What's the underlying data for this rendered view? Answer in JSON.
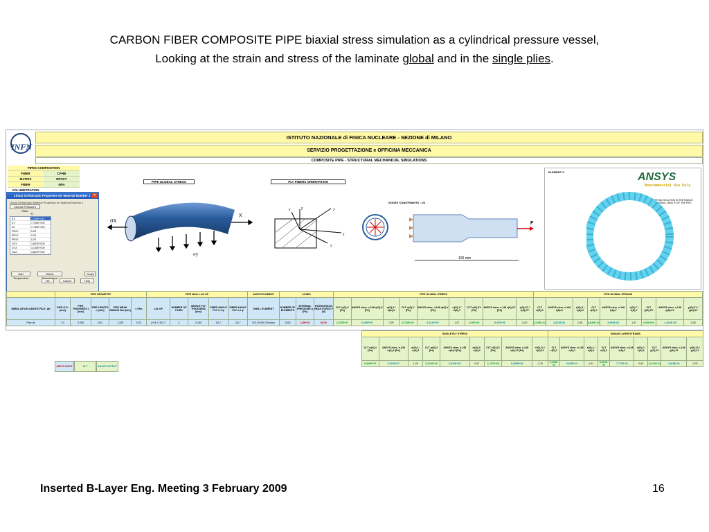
{
  "title": {
    "line1": "CARBON FIBER COMPOSITE PIPE biaxial stress simulation as a cylindrical pressure vessel,",
    "line2_pre": "Looking at the strain and stress of the laminate ",
    "line2_u1": "global",
    "line2_mid": " and in the ",
    "line2_u2": "single plies",
    "line2_post": "."
  },
  "footer": {
    "left": "Inserted B-Layer Eng. Meeting 3 February 2009",
    "page": "16"
  },
  "sheet": {
    "logo": "INFN",
    "header1": "ISTITUTO NAZIONALE di FISICA NUCLEARE - SEZIONE di MILANO",
    "header2": "SERVIZIO PROGETTAZIONE e OFFICINA MECCANICA",
    "header3": "COMPOSITE PIPE  -  STRUCTURAL MECHANICAL SIMULATIONS",
    "pipe_composition": {
      "title": "PIPES COMPOSITION",
      "rows": [
        {
          "k": "FIBER",
          "v": "CFHB"
        },
        {
          "k": "MATRIX",
          "v": "EPOXY"
        },
        {
          "k": "FIBER VOLUMETRATION",
          "v": "60%"
        }
      ]
    },
    "dialog": {
      "title": "Linear Orthotropic Properties for Material Number 1",
      "hint": "Linear Orthotropic Material Properties for Material Number 1",
      "choose_btn": "Choose Poisson's Ratio",
      "col_header": "T1",
      "rows": [
        {
          "k": "EX",
          "v": "1.306E+011"
        },
        {
          "k": "EY",
          "v": "7.750E+009"
        },
        {
          "k": "EZ",
          "v": "7.750E+009"
        },
        {
          "k": "PRXY",
          "v": "0.28"
        },
        {
          "k": "PRYZ",
          "v": "0.26"
        },
        {
          "k": "PRXZ",
          "v": "0.28"
        },
        {
          "k": "GXY",
          "v": "3.657E+009"
        },
        {
          "k": "GYZ",
          "v": "3.100E+009"
        },
        {
          "k": "GXZ",
          "v": "3.657E+009"
        }
      ],
      "add_temp": "Add Temperature",
      "delete_temp": "Delete Temperature",
      "graph": "Graph",
      "ok": "OK",
      "cancel": "Cancel",
      "help": "Help"
    },
    "labels": {
      "pipe_global_stress": "PIPE GLOBAL STRESS",
      "ply_fibers_orientation": "PLY FIBERS ORIENTATION",
      "nodes_constraints": "NODES CONSTRAINTS : UX",
      "force_label": "F",
      "length_label": "100 mm",
      "element_label": "ELEMENT 9",
      "element_note": "ELEMENTAL SOLUTION IN THE MIDDLE LONGITUDINAL LENGTH OF THE PIPE",
      "ansys": "ANSYS",
      "ansys_sub": "Noncommercial Use Only",
      "sigma_x": "σx",
      "sigma_y": "σy",
      "axis_x": "X",
      "axis_y": "y",
      "axis_z": "z",
      "axis_x2": "x",
      "axis_y2": "y",
      "axis_z2": "z"
    },
    "main_table": {
      "groups": [
        "PIPE GEOMETRY",
        "PIPE WALL LAY UP",
        "ANSYS ELEMENT",
        "LOADS",
        "PIPE GLOBAL STRESS",
        "PIPE GLOBAL STRAINS"
      ],
      "sim_label": "SIMULATION ANSYS FILE .db",
      "cols": [
        "PIPE O.D. [mm]",
        "PIPE THICKNESS t [mm]",
        "PIPE LENGTH L [mm]",
        "PIPE MEAN RADIUS Rm [mm]",
        "t / Rm",
        "LAY UP",
        "NUMBER OF PLIES",
        "SINGLE PLY THICKNESS [mm]",
        "FIBER ANGLE PLY n.1 φ",
        "FIBER ANGLE PLY n.2 φ",
        "SHELL ELEMENT",
        "NUMBER OF ELEMENTS",
        "INTERNAL PRESSURE p [Pa]",
        "HYDROSTATIC HEAD FORCE F [N]"
      ],
      "stress_cols": [
        "CLT σ(G),X [Pa]",
        "ANSYS elem. n.148 σ(G),X [Pa]",
        "σ(G),X / σ(A),X",
        "CLT σ(G),Y [Pa]",
        "ANSYS elem. n.148 σ(G),Y [Pa]",
        "σ(G),Y / σ(A),Y",
        "CLT τ(G),XY [Pa]",
        "ANSYS elem. n.148 τ(A),XY [Pa]",
        "τ(G),XY / τ(A),XY"
      ],
      "strain_cols": [
        "CLT ε(G),X",
        "ANSYS elem. n.148 ε(A),X",
        "ε(G),X / ε(A),X",
        "CLT ε(G),Y",
        "ANSYS elem. n.148 ε(A),Y",
        "ε(G),Y / ε(A),Y",
        "CLT γ(G),XY",
        "ANSYS elem. n.148 γ(A),XY",
        "γ(G),XY / γ(A),XY"
      ],
      "row": {
        "file": "Pipe.db",
        "od": "2,0",
        "thick": "0,300",
        "length": "100",
        "radius": "1,150",
        "t_rm": "0,22",
        "layup": "[+54.7/-54.7]",
        "plies": "2",
        "ply_t": "0,150",
        "ang1": "54,7",
        "ang2": "-54,7",
        "shell": "SOLSH190 20nodes",
        "nelem": "1260",
        "pressure": "1,50E+07",
        "force": "95,00",
        "stress": [
          "3,375E+07",
          "3,345E+07",
          "0,99",
          "6,750E+07",
          "6,312E+07",
          "1,07",
          "0,00E+00",
          "-5,47E+06",
          "0,00"
        ],
        "strain": [
          "3,533E-04",
          "8,873E-04",
          "0,40",
          "8,849E-04",
          "5,993E-04",
          "1,47",
          "0,00E+00",
          "-1,802E-05",
          "0,00"
        ]
      }
    },
    "ply_table": {
      "stress_title": "SINGLE PLY STRESS",
      "strain_title": "SINGLE LAYER STRAINS",
      "stress_cols": [
        "CLT σ(G),1 [Pa]",
        "ANSYS elem. n.148 σ(A),1 [Pa]",
        "σ(G),1 / σ(A),1",
        "CLT σ(G),2 [Pa]",
        "ANSYS elem. n.148 σ(A),2 [Pa]",
        "σ(G),2 / σ(A),2",
        "CLT τ(G),12 [Pa]",
        "ANSYS elem. n.148 τ(A),12 [Pa]",
        "τ(G),12 / τ(A),12"
      ],
      "strain_cols": [
        "CLT ε(G),1",
        "ANSYS elem. n.148 ε(A),1",
        "ε(G),1 / ε(A),1",
        "CLT ε(G),2",
        "ANSYS elem. n.148 ε(A),2",
        "ε(G),2 / ε(A),2",
        "CLT γ(G),12",
        "ANSYS elem. n.148 γ(A),12",
        "γ(G),12 / γ(A),12"
      ],
      "stress": [
        "9,390E+07",
        "9,330E+07",
        "1,00",
        "5,264E+06",
        "5,410E+06",
        "0,97",
        "-1,167E+06",
        "6,908E+05",
        "-2,76"
      ],
      "strain": [
        "6,768E-04",
        "6,696E-04",
        "1,01",
        "5,000E-04",
        "7,770E-04",
        "0,64",
        "-5,222E-04",
        "1,818E-04",
        "-2,76"
      ]
    },
    "legend": {
      "ansys_input": "ANSYS INPUT",
      "clt": "CLT",
      "ansys_output": "ANSYS OUTPUT"
    }
  },
  "colors": {
    "yellow_header": "#fff9a8",
    "green_cell": "#e5f3c9",
    "blue_cell": "#cfe7f7",
    "pipe_blue": "#2a5c9c",
    "ring_cyan": "#5fd3f0"
  }
}
